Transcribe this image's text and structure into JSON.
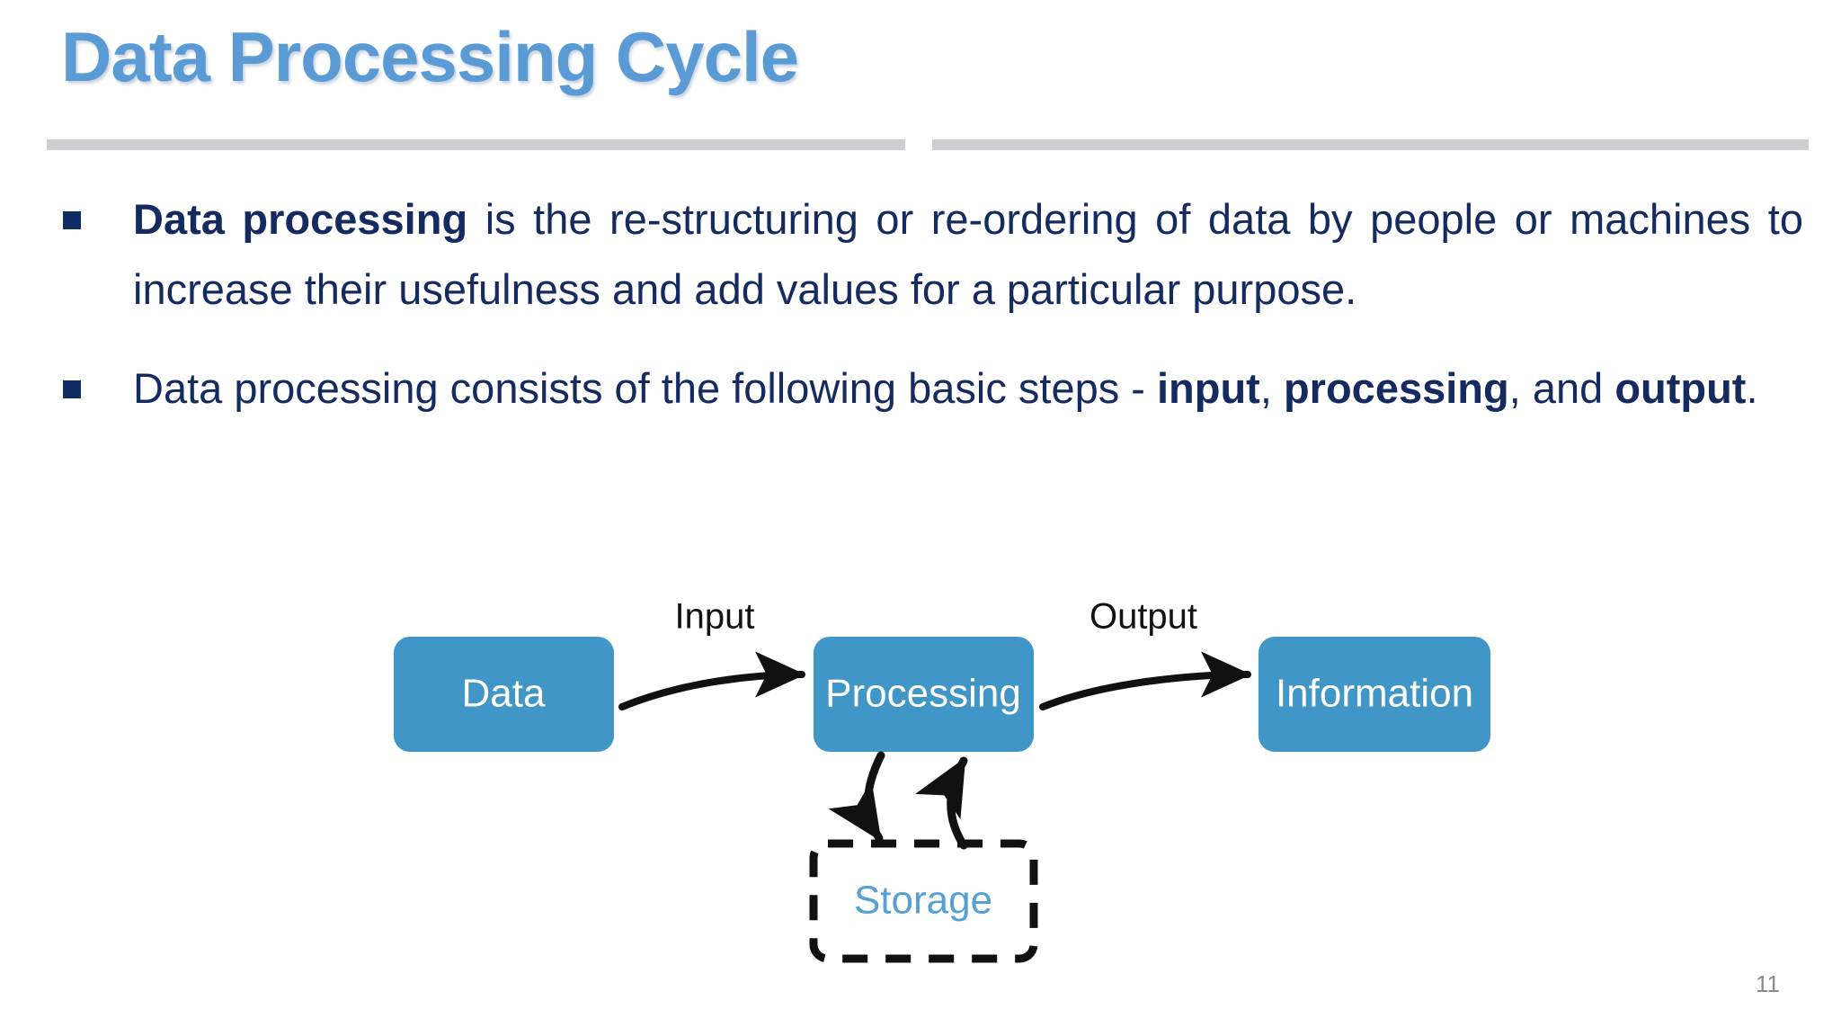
{
  "slide": {
    "title": "Data Processing Cycle",
    "slide_number": "11",
    "title_color": "#5B9BD5",
    "body_color": "#152B60",
    "divider_color": "#CECED2"
  },
  "bullets": [
    {
      "bullet_glyph": "square-bullet",
      "segments": [
        {
          "text": "Data processing",
          "bold": true
        },
        {
          "text": " is the re-structuring or re-ordering of data by people or machines to increase their usefulness and add values for a particular purpose.",
          "bold": false
        }
      ],
      "plain": "Data processing is the re-structuring or re-ordering of data by people or machines to increase their usefulness and add values for a particular purpose."
    },
    {
      "bullet_glyph": "square-bullet",
      "segments": [
        {
          "text": "Data processing consists of the following basic steps - ",
          "bold": false
        },
        {
          "text": "input",
          "bold": true
        },
        {
          "text": ", ",
          "bold": false
        },
        {
          "text": "processing",
          "bold": true
        },
        {
          "text": ", and ",
          "bold": false
        },
        {
          "text": "output",
          "bold": true
        },
        {
          "text": ".",
          "bold": false
        }
      ],
      "plain": "Data processing consists of the following basic steps - input, processing, and output."
    }
  ],
  "diagram": {
    "box_fill": "#4196C8",
    "box_text_color": "#FFFFFF",
    "storage_text_color": "#57A0D3",
    "arrow_color": "#111111",
    "nodes": [
      {
        "id": "data",
        "label": "Data",
        "style": "filled"
      },
      {
        "id": "processing",
        "label": "Processing",
        "style": "filled"
      },
      {
        "id": "information",
        "label": "Information",
        "style": "filled"
      },
      {
        "id": "storage",
        "label": "Storage",
        "style": "dashed"
      }
    ],
    "edges": [
      {
        "from": "data",
        "to": "processing",
        "label": "Input"
      },
      {
        "from": "processing",
        "to": "information",
        "label": "Output"
      },
      {
        "from": "processing",
        "to": "storage",
        "label": ""
      },
      {
        "from": "storage",
        "to": "processing",
        "label": ""
      }
    ],
    "labels": {
      "input": "Input",
      "output": "Output",
      "data": "Data",
      "processing": "Processing",
      "information": "Information",
      "storage": "Storage"
    }
  }
}
